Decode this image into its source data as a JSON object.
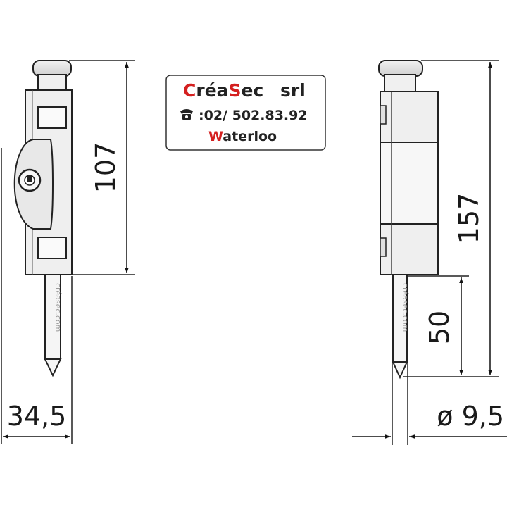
{
  "stamp": {
    "brand_part1_accent": "C",
    "brand_part1_rest": "réa",
    "brand_part2_accent": "S",
    "brand_part2_rest": "ec",
    "brand_suffix": "srl",
    "phone_icon": "telephone-icon",
    "phone": ":02/ 502.83.92",
    "city_accent": "W",
    "city_rest": "aterloo",
    "accent_color": "#d42020"
  },
  "front_view": {
    "height_label": "107",
    "width_label": "34,5",
    "watermark": "créasec.com"
  },
  "side_view": {
    "total_length_label": "157",
    "bolt_length_label": "50",
    "diameter_label": "ø 9,5",
    "watermark": "créasec.com"
  }
}
